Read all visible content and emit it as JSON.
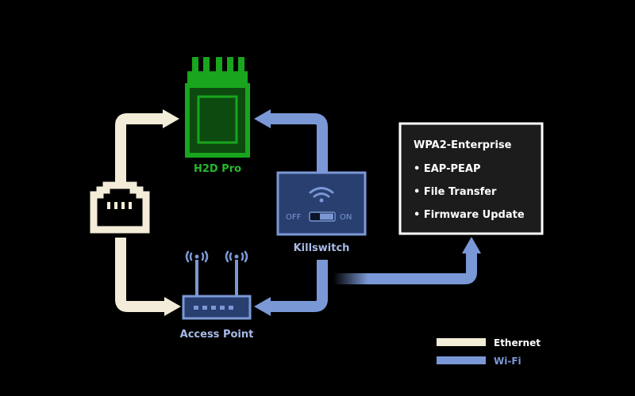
{
  "nodes": {
    "h2d": {
      "label": "H2D Pro"
    },
    "access_point": {
      "label": "Access Point"
    },
    "killswitch": {
      "label": "Killswitch",
      "off_label": "OFF",
      "on_label": "ON"
    }
  },
  "info_box": {
    "title": "WPA2-Enterprise",
    "items": [
      {
        "text": "• EAP-PEAP"
      },
      {
        "text": "• File Transfer"
      },
      {
        "text": "• Firmware Update"
      }
    ]
  },
  "legend": {
    "items": [
      {
        "label": "Ethernet",
        "color": "#f2ecd8"
      },
      {
        "label": "Wi-Fi",
        "color": "#7b98d6"
      }
    ]
  },
  "colors": {
    "background": "#000000",
    "ethernet": "#f2ecd8",
    "wifi": "#7b98d6",
    "h2d_green": "#19a51d",
    "h2d_label": "#25b82b",
    "device_fill": "#283f70",
    "device_stroke": "#7b98d6"
  }
}
